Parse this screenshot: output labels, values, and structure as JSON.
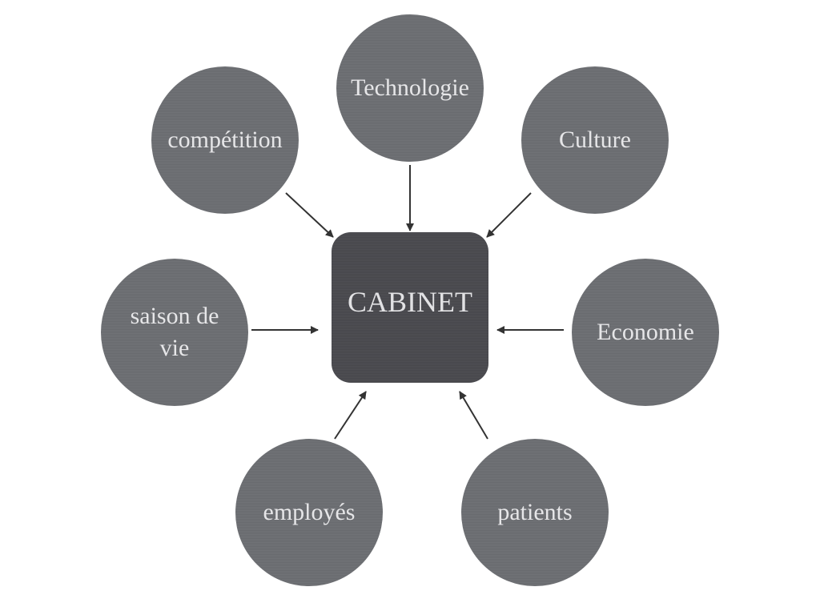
{
  "diagram": {
    "center": {
      "label": "CABINET"
    },
    "nodes": [
      {
        "id": "technologie",
        "label": "Technologie"
      },
      {
        "id": "competition",
        "label": "compétition"
      },
      {
        "id": "culture",
        "label": "Culture"
      },
      {
        "id": "saison",
        "label": "saison de vie"
      },
      {
        "id": "economie",
        "label": "Economie"
      },
      {
        "id": "employes",
        "label": "employés"
      },
      {
        "id": "patients",
        "label": "patients"
      }
    ],
    "edges": [
      {
        "from": "technologie",
        "to": "CABINET"
      },
      {
        "from": "competition",
        "to": "CABINET"
      },
      {
        "from": "culture",
        "to": "CABINET"
      },
      {
        "from": "saison",
        "to": "CABINET"
      },
      {
        "from": "economie",
        "to": "CABINET"
      },
      {
        "from": "employes",
        "to": "CABINET"
      },
      {
        "from": "patients",
        "to": "CABINET"
      }
    ],
    "colors": {
      "node_fill": "#6c6e72",
      "center_fill": "#4a4a4f",
      "text": "#e6e6e8",
      "arrow": "#333333",
      "background": "#ffffff"
    }
  }
}
